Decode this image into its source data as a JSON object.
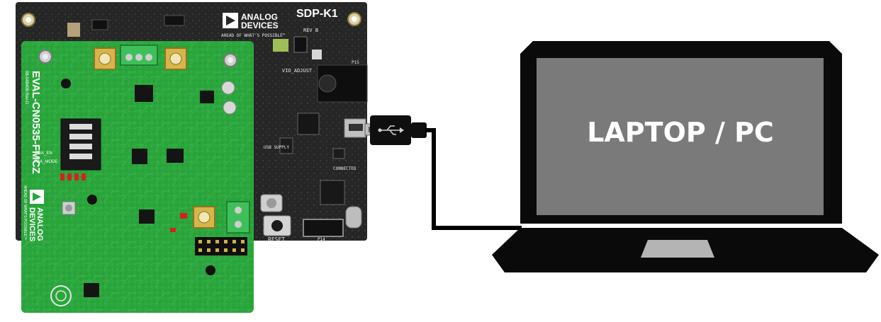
{
  "diagram": {
    "laptop": {
      "label": "LAPTOP / PC"
    },
    "sdp_board": {
      "brand_line1": "ANALOG",
      "brand_line2": "DEVICES",
      "tagline": "AHEAD OF WHAT'S POSSIBLE™",
      "model": "SDP-K1",
      "revision": "REV B",
      "reset_label": "RESET",
      "connected_label": "CONNECTED",
      "vio_adjust_label": "VIO_ADJUST",
      "usb_supply_label": "USB SUPPLY",
      "p14_label": "P14",
      "p15_label": "P15"
    },
    "eval_board": {
      "model": "EVAL-CN0535-FMCZ",
      "part_number": "08-048408 Rev-D",
      "brand_line1": "ANALOG",
      "brand_line2": "DEVICES",
      "tagline": "AHEAD OF WHAT'S POSSIBLE™",
      "fda_en_label": "FDA_EN",
      "fda_mode_label": "FDA_MODE"
    },
    "colors": {
      "eval_pcb": "#2aa63c",
      "sdp_pcb": "#262626",
      "laptop_body": "#0a0a0a",
      "laptop_screen": "#7a7a7a",
      "cable": "#000000"
    }
  }
}
